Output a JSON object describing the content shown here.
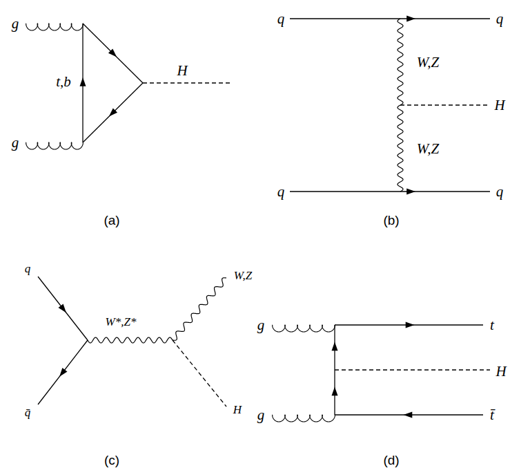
{
  "diagram": {
    "labels": [
      "g",
      "g",
      "t,b",
      "H",
      "(a)",
      "q",
      "q",
      "W,Z",
      "H",
      "W,Z",
      "q",
      "q",
      "(b)",
      "q",
      "q̄",
      "W*,Z*",
      "W,Z",
      "H",
      "(c)",
      "g",
      "t",
      "H",
      "g",
      "t̄",
      "(d)"
    ]
  }
}
